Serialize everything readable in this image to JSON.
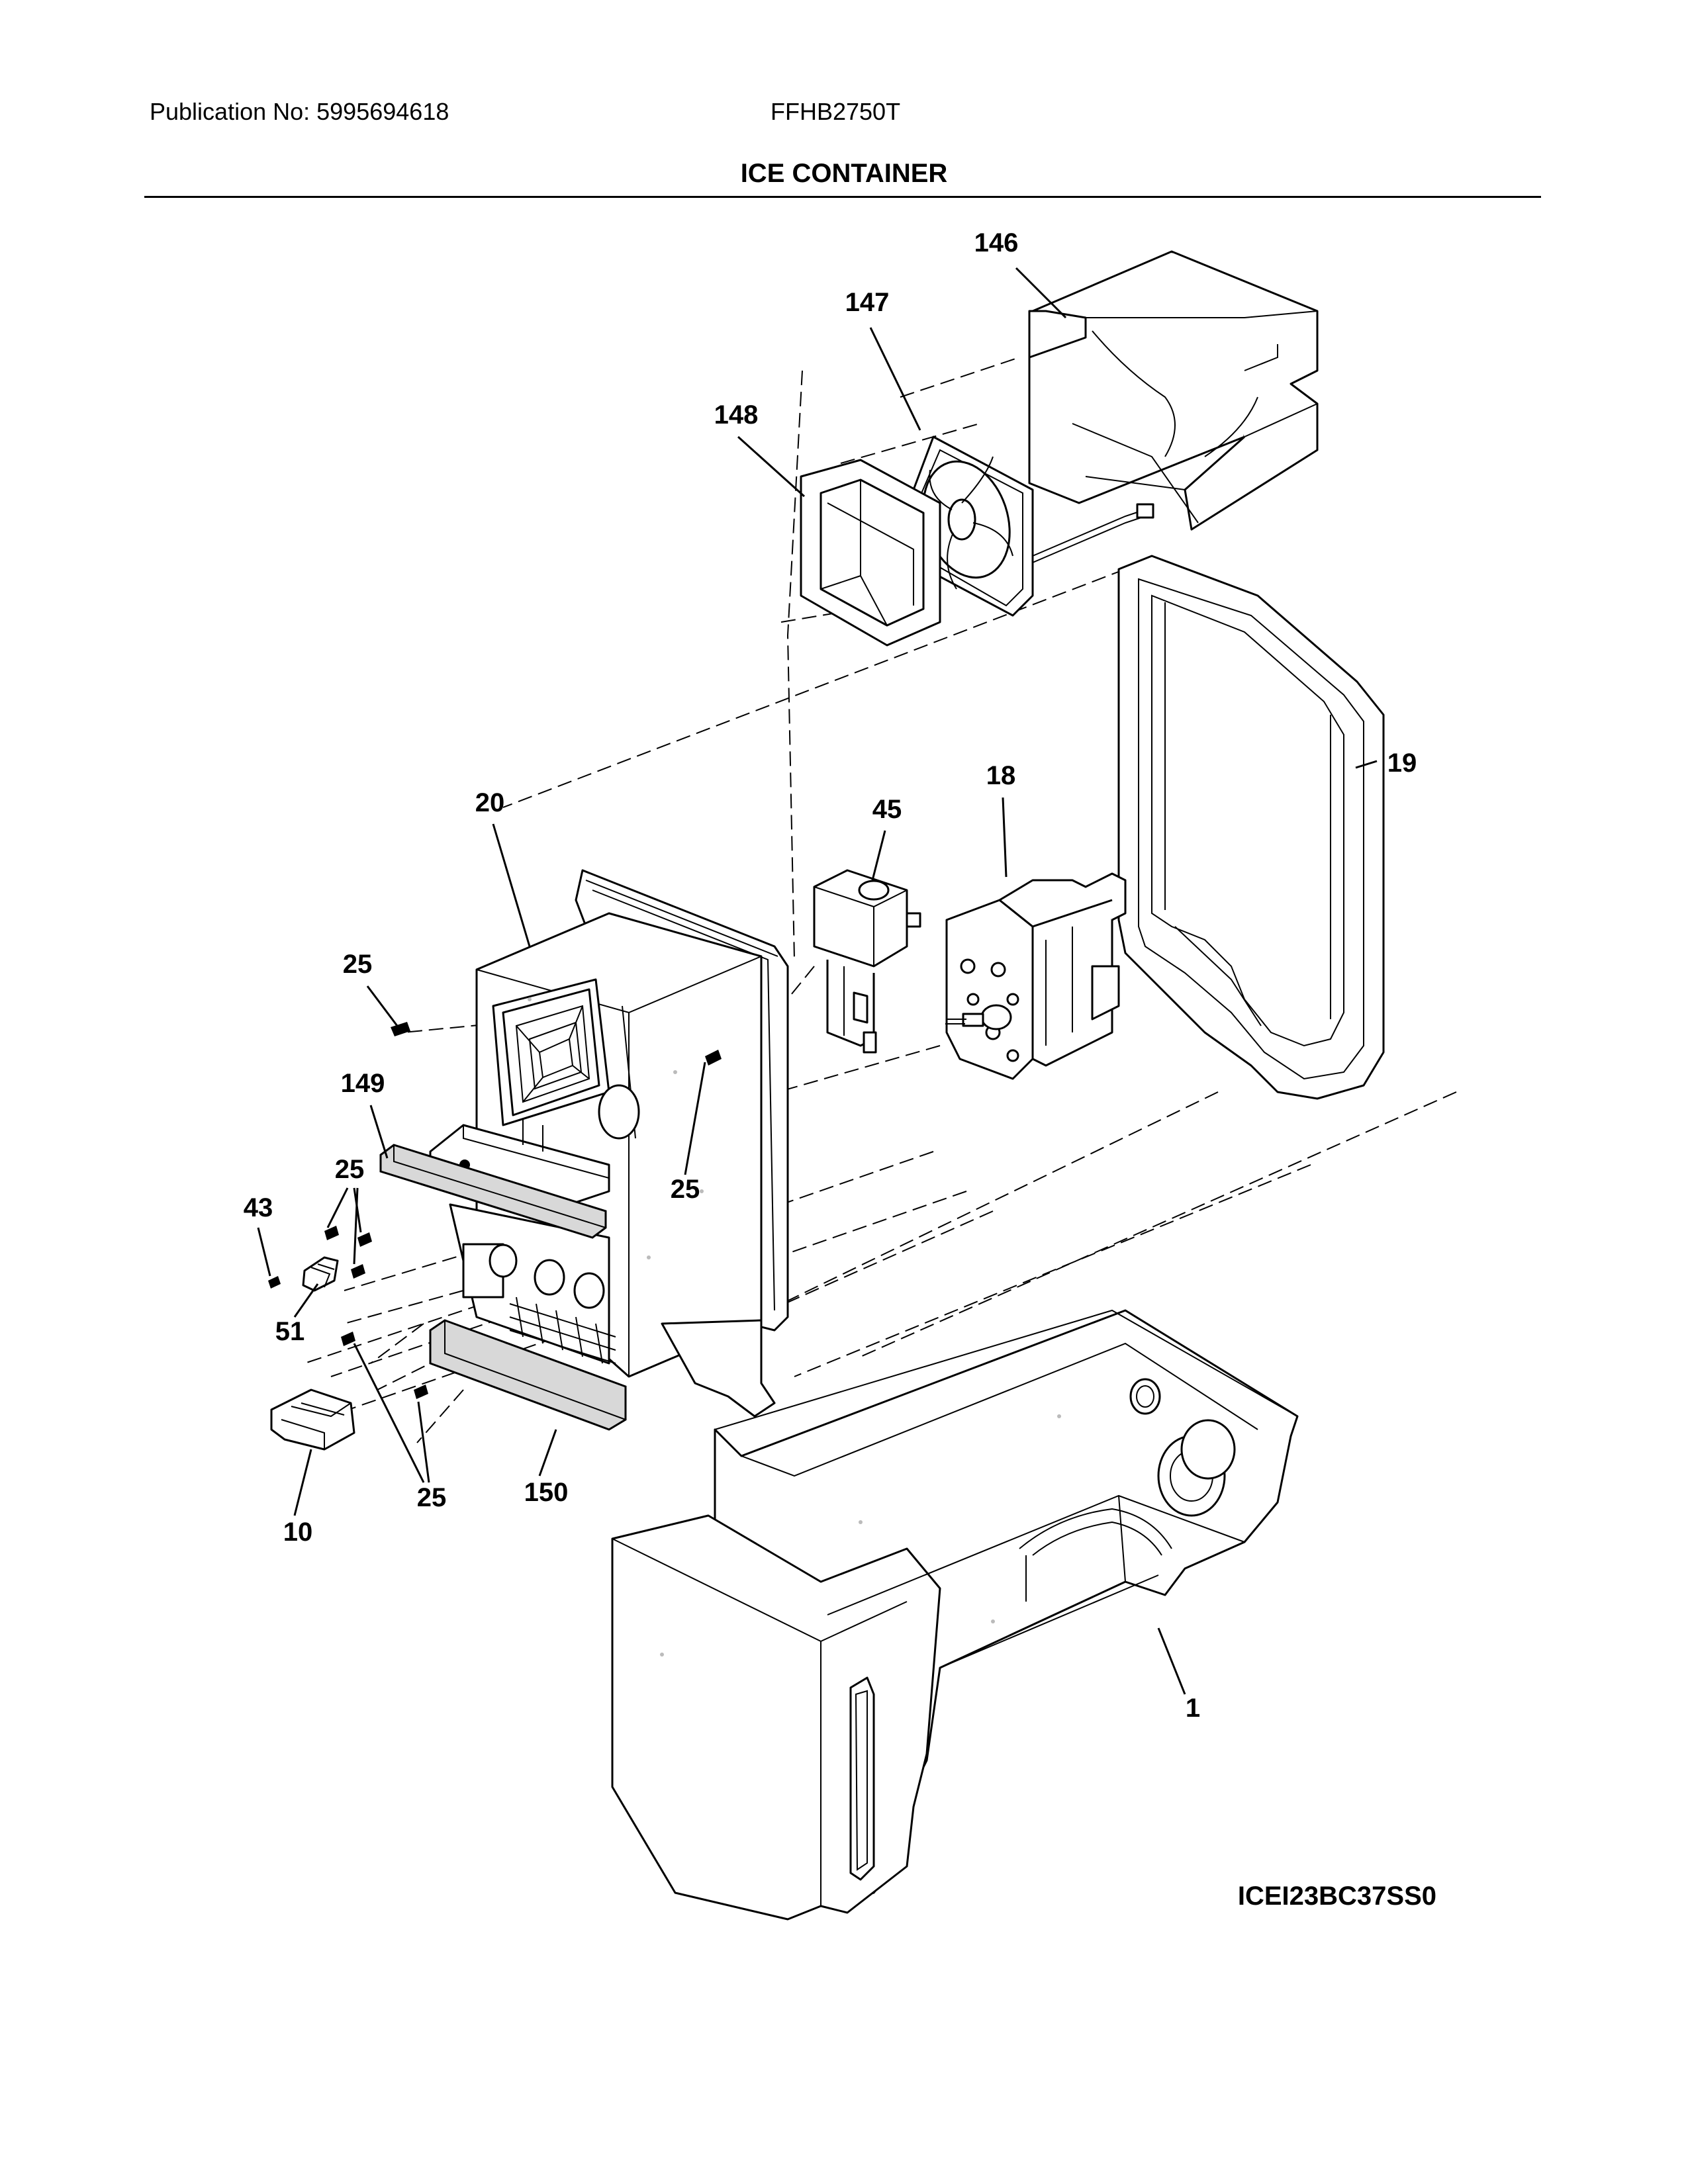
{
  "header": {
    "publication": "Publication No: 5995694618",
    "model": "FFHB2750T",
    "title": "ICE CONTAINER"
  },
  "callouts": {
    "c146": "146",
    "c147": "147",
    "c148": "148",
    "c19": "19",
    "c18": "18",
    "c45": "45",
    "c20": "20",
    "c25a": "25",
    "c149": "149",
    "c25b": "25",
    "c25c": "25",
    "c43": "43",
    "c51": "51",
    "c25d": "25",
    "c10": "10",
    "c150": "150",
    "c1": "1"
  },
  "figure_id": "ICEI23BC37SS0"
}
